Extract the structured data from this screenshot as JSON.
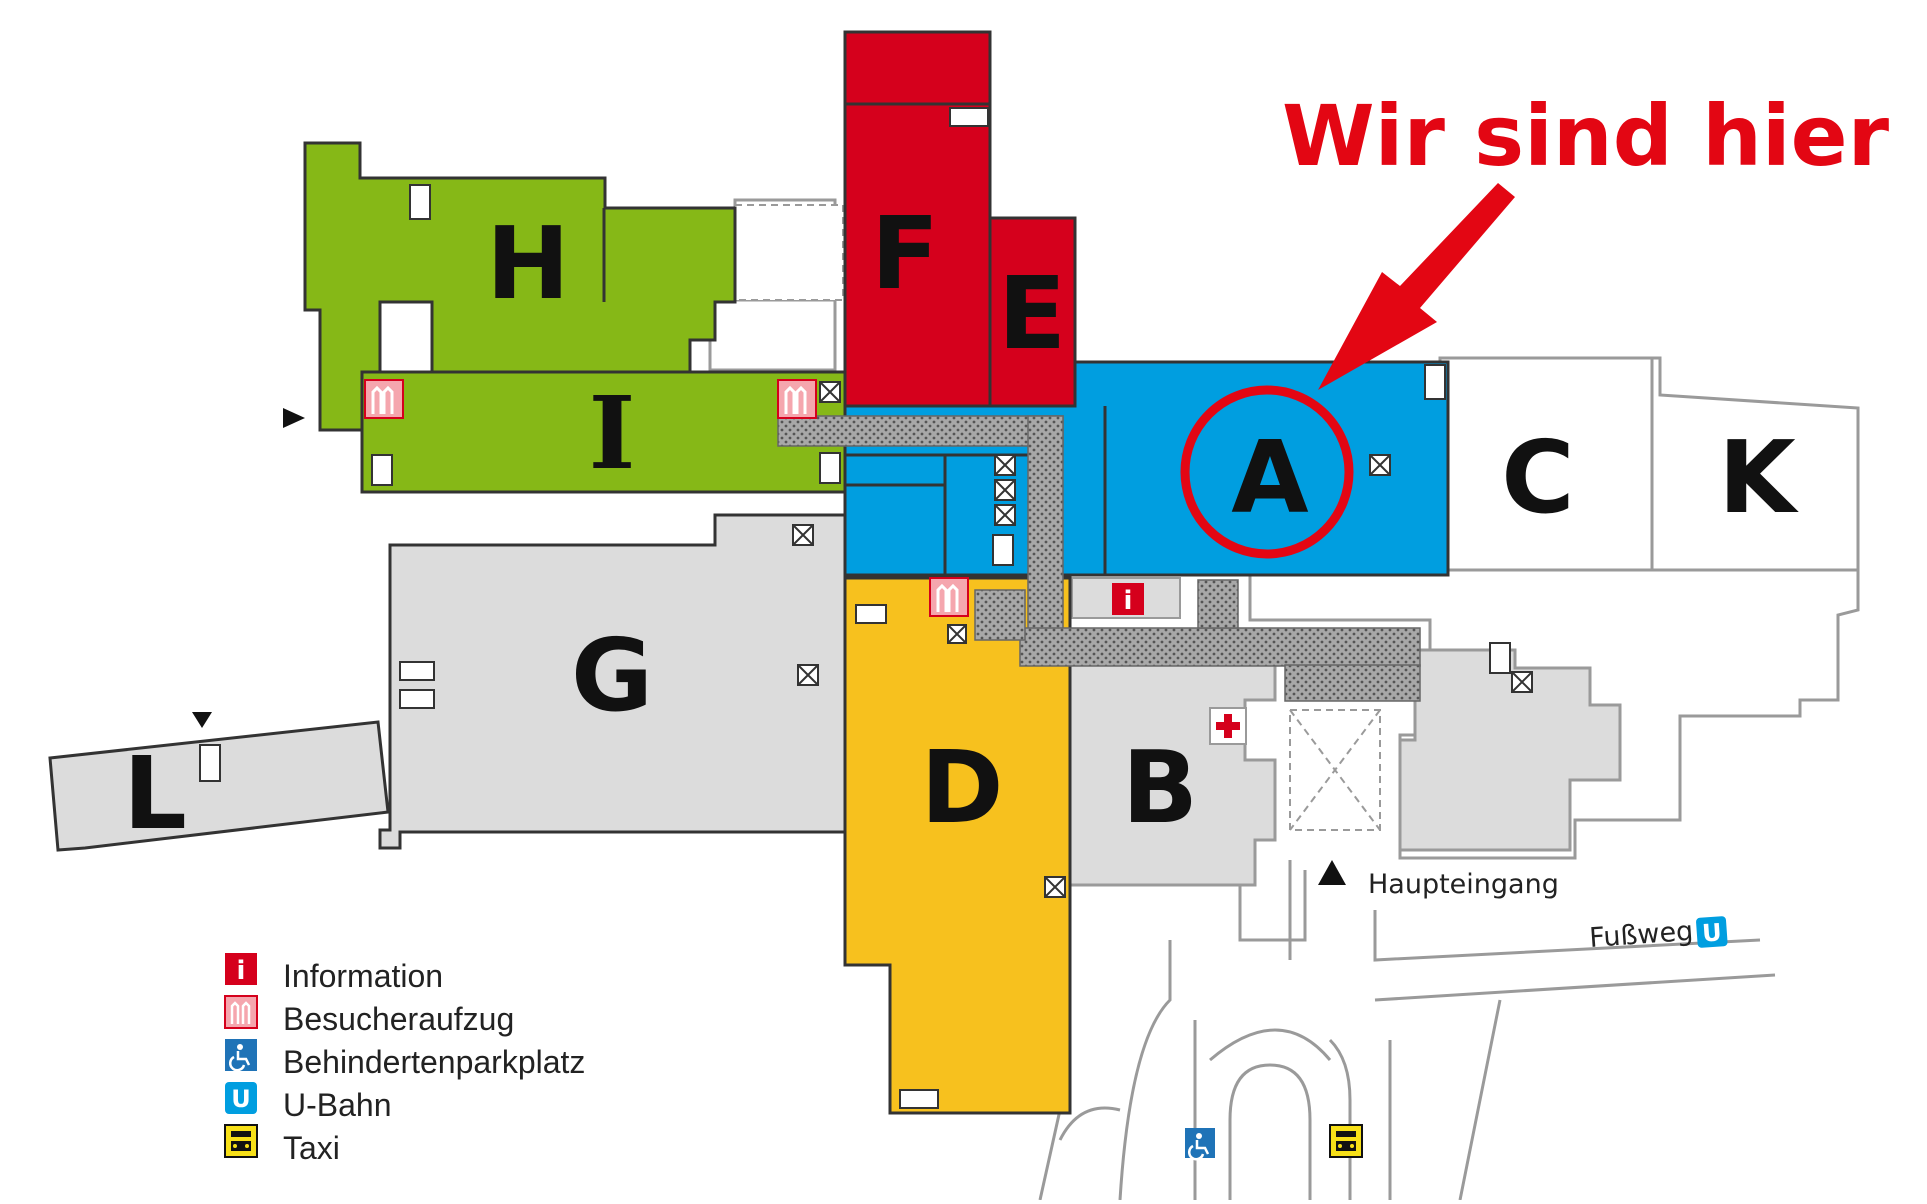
{
  "callout": {
    "text": "Wir sind hier"
  },
  "buildings": {
    "A": "A",
    "B": "B",
    "C": "C",
    "D": "D",
    "E": "E",
    "F": "F",
    "G": "G",
    "H": "H",
    "I": "I",
    "K": "K",
    "L": "L"
  },
  "labels": {
    "main_entrance": "Haupteingang",
    "footpath": "Fußweg"
  },
  "legend": [
    {
      "icon": "information-icon",
      "label": "Information"
    },
    {
      "icon": "visitor-elevator-icon",
      "label": "Besucheraufzug"
    },
    {
      "icon": "accessible-parking-icon",
      "label": "Behindertenparkplatz"
    },
    {
      "icon": "subway-icon",
      "label": "U-Bahn"
    },
    {
      "icon": "taxi-icon",
      "label": "Taxi"
    }
  ],
  "icons": {
    "information": "i",
    "subway": "U"
  },
  "colors": {
    "green": "#86b817",
    "red": "#d5001c",
    "blue": "#009ee0",
    "yellow": "#f7c11e",
    "gray": "#dcdcdc",
    "callout_red": "#e30613"
  }
}
